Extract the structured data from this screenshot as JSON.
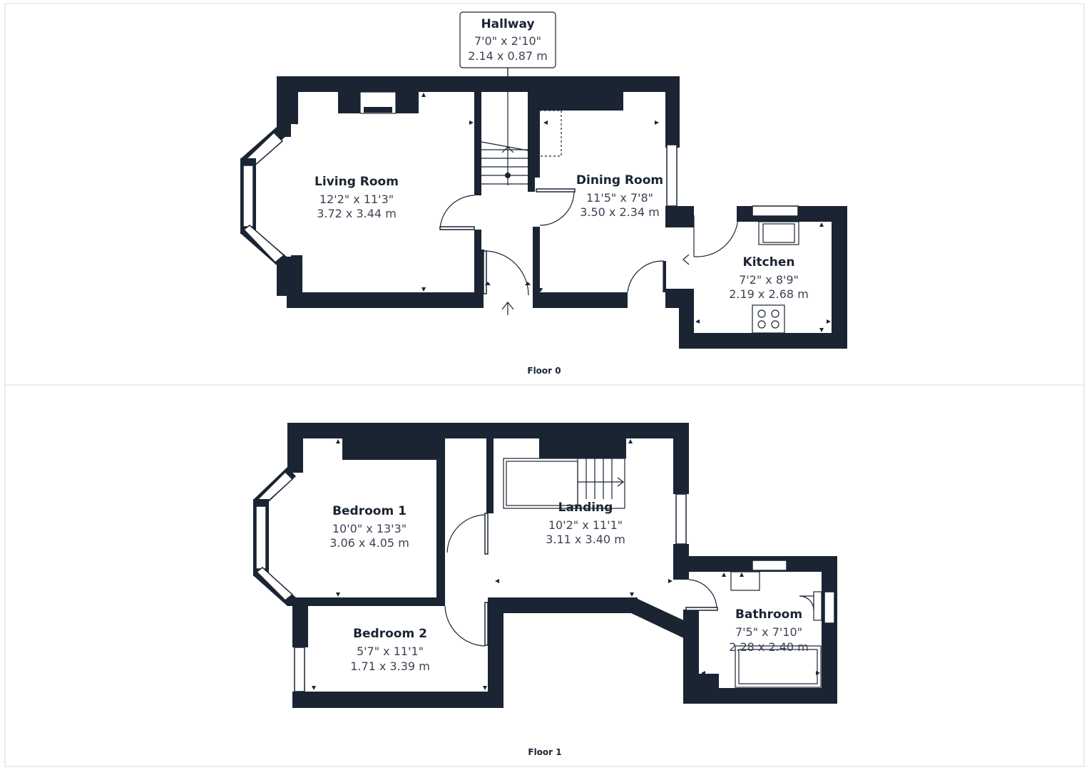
{
  "floors": [
    {
      "label": "Floor 0",
      "rooms": [
        {
          "name": "Hallway",
          "imperial": "7'0\" x 2'10\"",
          "metric": "2.14 x 0.87 m"
        },
        {
          "name": "Living Room",
          "imperial": "12'2\" x 11'3\"",
          "metric": "3.72 x 3.44 m"
        },
        {
          "name": "Dining Room",
          "imperial": "11'5\" x 7'8\"",
          "metric": "3.50 x 2.34 m"
        },
        {
          "name": "Kitchen",
          "imperial": "7'2\" x 8'9\"",
          "metric": "2.19 x 2.68 m"
        }
      ]
    },
    {
      "label": "Floor 1",
      "rooms": [
        {
          "name": "Bedroom 1",
          "imperial": "10'0\" x 13'3\"",
          "metric": "3.06 x 4.05 m"
        },
        {
          "name": "Landing",
          "imperial": "10'2\" x 11'1\"",
          "metric": "3.11 x 3.40 m"
        },
        {
          "name": "Bedroom 2",
          "imperial": "5'7\" x 11'1\"",
          "metric": "1.71 x 3.39 m"
        },
        {
          "name": "Bathroom",
          "imperial": "7'5\" x 7'10\"",
          "metric": "2.28 x 2.40 m"
        }
      ]
    }
  ],
  "colors": {
    "wall": "#1a2433",
    "text": "#3b4453",
    "frame": "#d9d9d9"
  }
}
